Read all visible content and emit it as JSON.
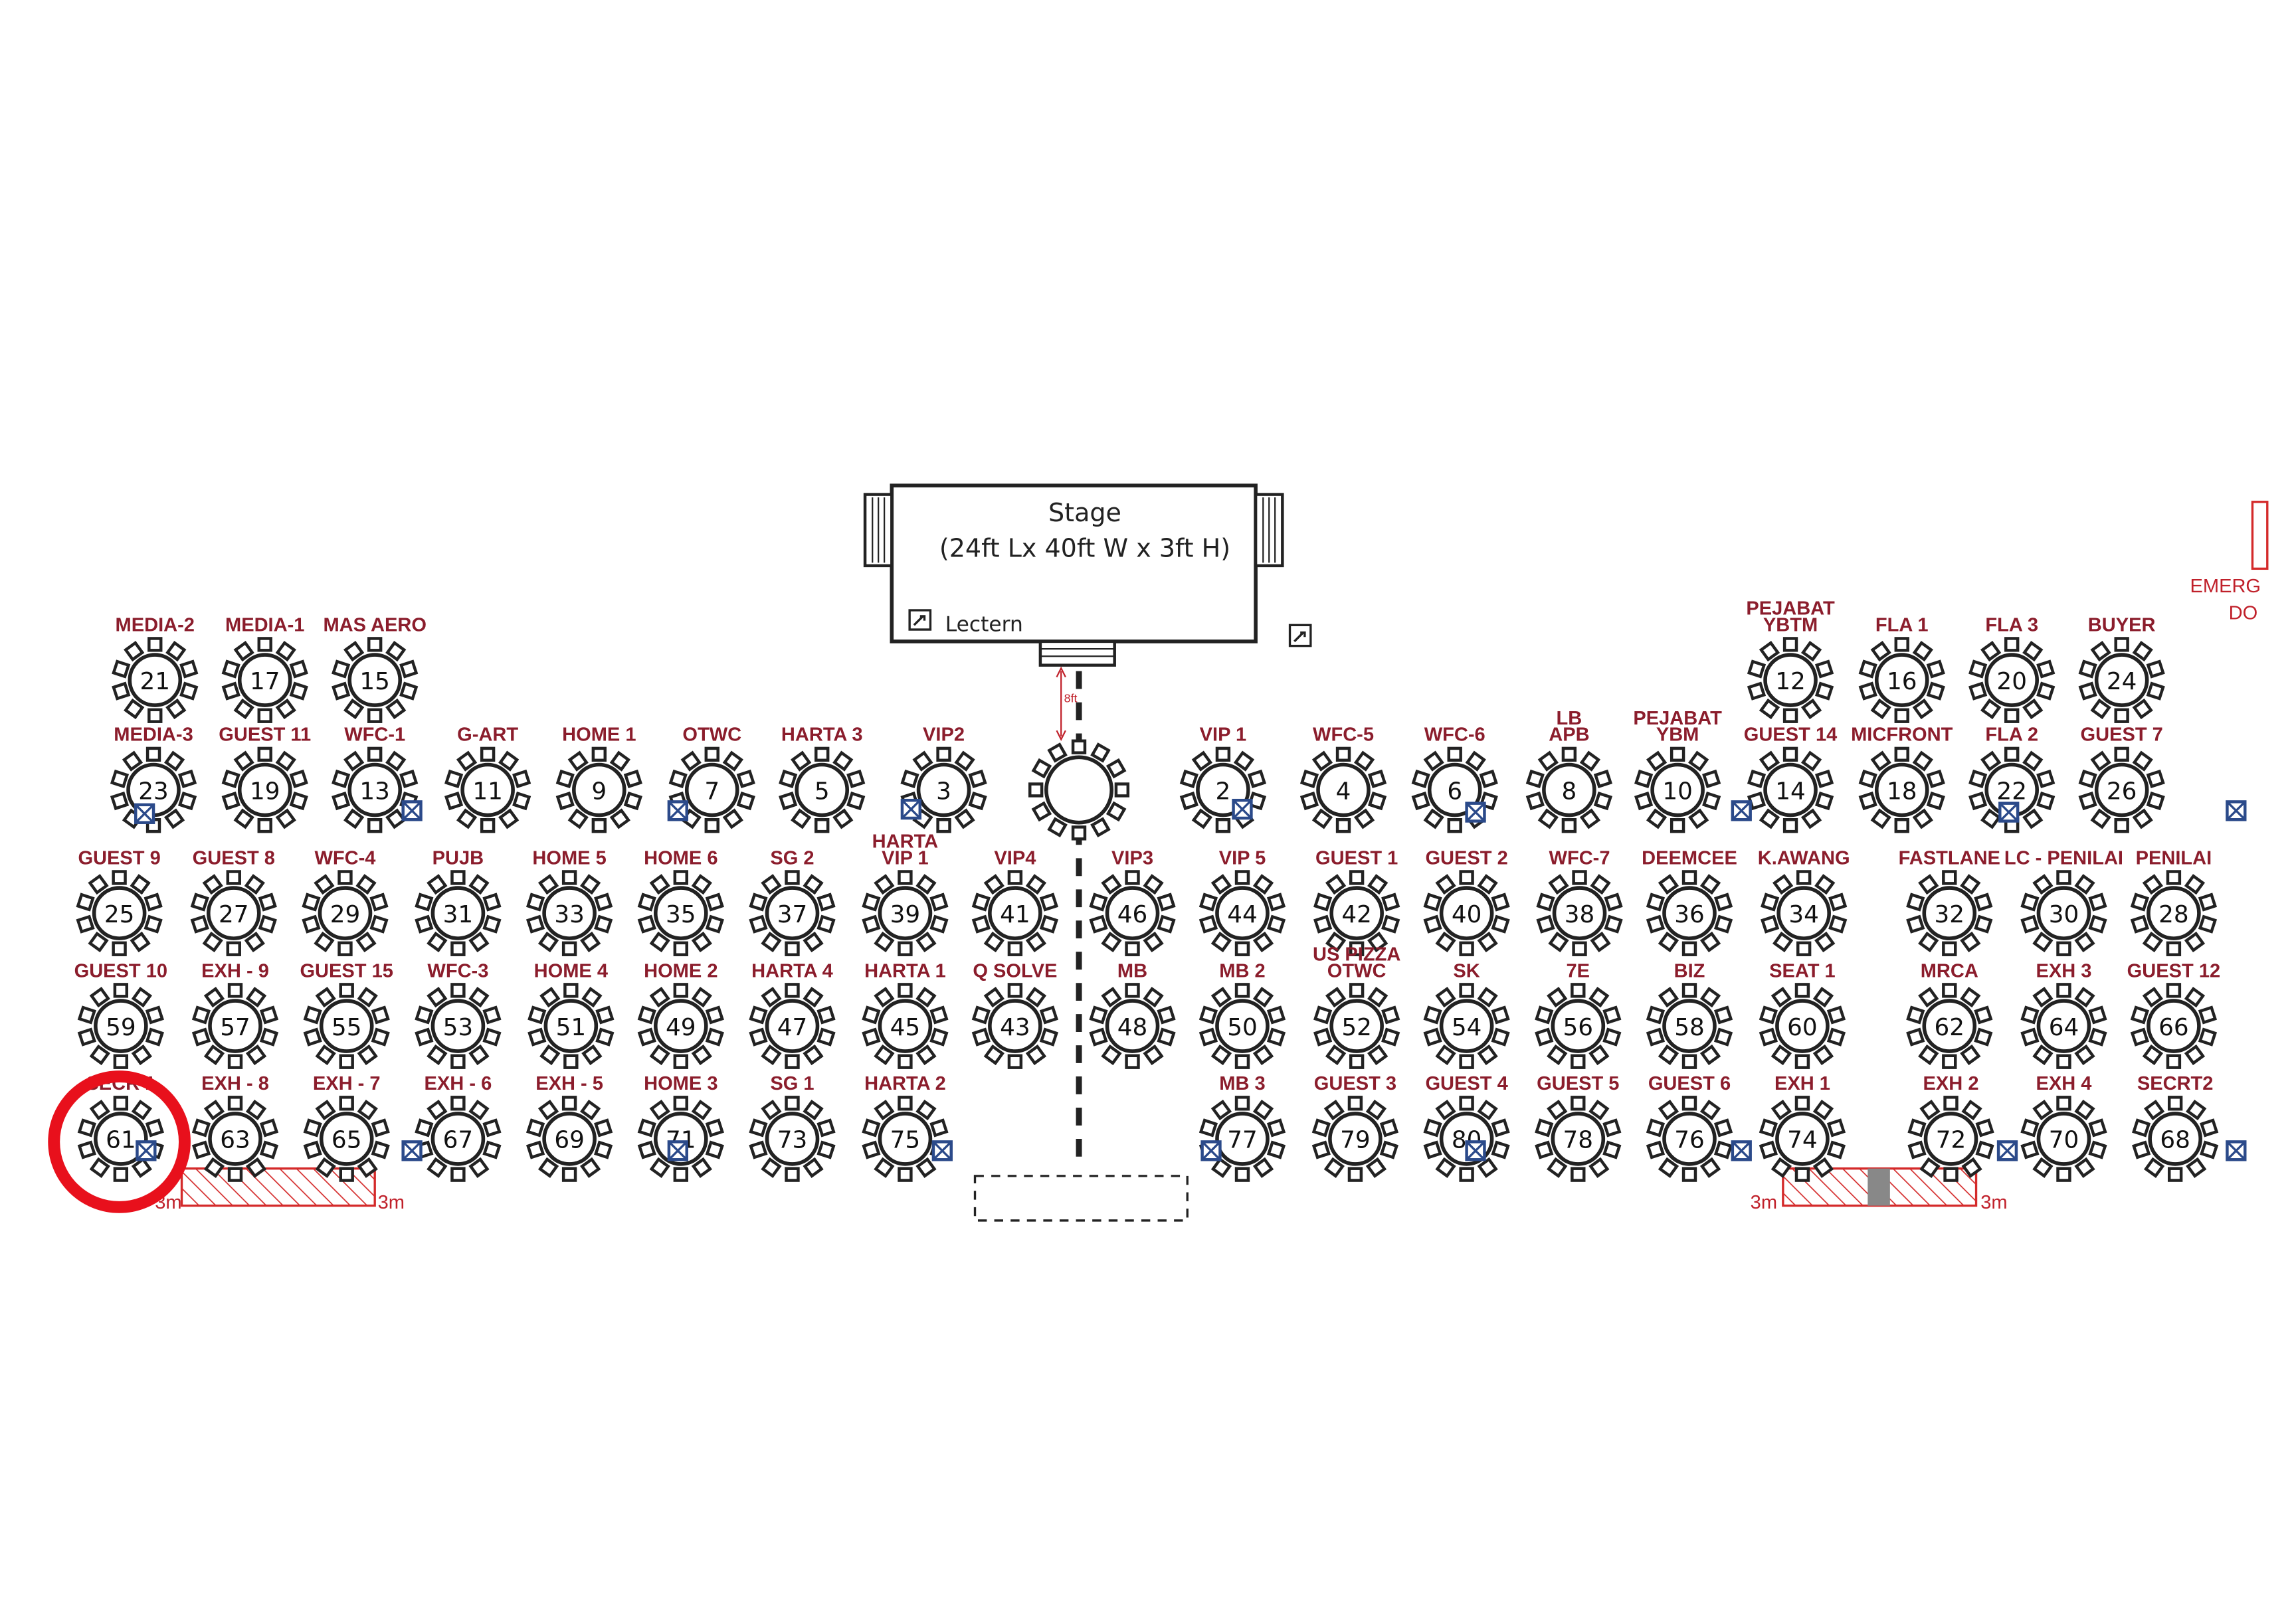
{
  "stage": {
    "title": "Stage",
    "dimensions": "(24ft Lx 40ft W x 3ft H)",
    "lectern_label": "Lectern",
    "distance_label": "8ft"
  },
  "emergency_door": {
    "line1": "EMERG",
    "line2": "DO"
  },
  "margin_labels": {
    "left_a": "3m",
    "left_b": "3m",
    "right_a": "3m",
    "right_b": "3m"
  },
  "highlight": {
    "table": "61",
    "color": "#e8101c"
  },
  "colors": {
    "label": "#8b1d2c",
    "marker": "#2b4a8a",
    "hatch": "#d42a2a"
  },
  "tables": [
    {
      "num": "21",
      "label": [
        "MEDIA-2"
      ]
    },
    {
      "num": "17",
      "label": [
        "MEDIA-1"
      ]
    },
    {
      "num": "15",
      "label": [
        "MAS AERO"
      ]
    },
    {
      "num": "12",
      "label": [
        "PEJABAT",
        "YBTM"
      ]
    },
    {
      "num": "16",
      "label": [
        "FLA 1"
      ]
    },
    {
      "num": "20",
      "label": [
        "FLA 3"
      ]
    },
    {
      "num": "24",
      "label": [
        "BUYER"
      ]
    },
    {
      "num": "23",
      "label": [
        "MEDIA-3"
      ]
    },
    {
      "num": "19",
      "label": [
        "GUEST 11"
      ]
    },
    {
      "num": "13",
      "label": [
        "WFC-1"
      ]
    },
    {
      "num": "11",
      "label": [
        "G-ART"
      ]
    },
    {
      "num": "9",
      "label": [
        "HOME 1"
      ]
    },
    {
      "num": "7",
      "label": [
        "OTWC"
      ]
    },
    {
      "num": "5",
      "label": [
        "HARTA 3"
      ]
    },
    {
      "num": "3",
      "label": [
        "VIP2"
      ]
    },
    {
      "num": "",
      "label": []
    },
    {
      "num": "2",
      "label": [
        "VIP 1"
      ]
    },
    {
      "num": "4",
      "label": [
        "WFC-5"
      ]
    },
    {
      "num": "6",
      "label": [
        "WFC-6"
      ]
    },
    {
      "num": "8",
      "label": [
        "LB",
        "APB"
      ]
    },
    {
      "num": "10",
      "label": [
        "PEJABAT",
        "YBM"
      ]
    },
    {
      "num": "14",
      "label": [
        "GUEST 14"
      ]
    },
    {
      "num": "18",
      "label": [
        "MICFRONT"
      ]
    },
    {
      "num": "22",
      "label": [
        "FLA 2"
      ]
    },
    {
      "num": "26",
      "label": [
        "GUEST 7"
      ]
    },
    {
      "num": "25",
      "label": [
        "GUEST 9"
      ]
    },
    {
      "num": "27",
      "label": [
        "GUEST 8"
      ]
    },
    {
      "num": "29",
      "label": [
        "WFC-4"
      ]
    },
    {
      "num": "31",
      "label": [
        "PUJB"
      ]
    },
    {
      "num": "33",
      "label": [
        "HOME 5"
      ]
    },
    {
      "num": "35",
      "label": [
        "HOME 6"
      ]
    },
    {
      "num": "37",
      "label": [
        "SG 2"
      ]
    },
    {
      "num": "39",
      "label": [
        "HARTA",
        "VIP 1"
      ]
    },
    {
      "num": "41",
      "label": [
        "VIP4"
      ]
    },
    {
      "num": "46",
      "label": [
        "VIP3"
      ]
    },
    {
      "num": "44",
      "label": [
        "VIP 5"
      ]
    },
    {
      "num": "42",
      "label": [
        "GUEST 1"
      ]
    },
    {
      "num": "40",
      "label": [
        "GUEST 2"
      ]
    },
    {
      "num": "38",
      "label": [
        "WFC-7"
      ]
    },
    {
      "num": "36",
      "label": [
        "DEEMCEE"
      ]
    },
    {
      "num": "34",
      "label": [
        "K.AWANG"
      ]
    },
    {
      "num": "32",
      "label": [
        "FASTLANE"
      ]
    },
    {
      "num": "30",
      "label": [
        "LC - PENILAI"
      ]
    },
    {
      "num": "28",
      "label": [
        "PENILAI"
      ]
    },
    {
      "num": "59",
      "label": [
        "GUEST 10"
      ]
    },
    {
      "num": "57",
      "label": [
        "EXH - 9"
      ]
    },
    {
      "num": "55",
      "label": [
        "GUEST 15"
      ]
    },
    {
      "num": "53",
      "label": [
        "WFC-3"
      ]
    },
    {
      "num": "51",
      "label": [
        "HOME 4"
      ]
    },
    {
      "num": "49",
      "label": [
        "HOME 2"
      ]
    },
    {
      "num": "47",
      "label": [
        "HARTA 4"
      ]
    },
    {
      "num": "45",
      "label": [
        "HARTA 1"
      ]
    },
    {
      "num": "43",
      "label": [
        "Q SOLVE"
      ]
    },
    {
      "num": "48",
      "label": [
        "MB"
      ]
    },
    {
      "num": "50",
      "label": [
        "MB 2"
      ]
    },
    {
      "num": "52",
      "label": [
        "US PIZZA",
        "OTWC"
      ]
    },
    {
      "num": "54",
      "label": [
        "SK"
      ]
    },
    {
      "num": "56",
      "label": [
        "7E"
      ]
    },
    {
      "num": "58",
      "label": [
        "BIZ"
      ]
    },
    {
      "num": "60",
      "label": [
        "SEAT 1"
      ]
    },
    {
      "num": "62",
      "label": [
        "MRCA"
      ]
    },
    {
      "num": "64",
      "label": [
        "EXH 3"
      ]
    },
    {
      "num": "66",
      "label": [
        "GUEST 12"
      ]
    },
    {
      "num": "61",
      "label": [
        "SECR 1"
      ]
    },
    {
      "num": "63",
      "label": [
        "EXH - 8"
      ]
    },
    {
      "num": "65",
      "label": [
        "EXH - 7"
      ]
    },
    {
      "num": "67",
      "label": [
        "EXH - 6"
      ]
    },
    {
      "num": "69",
      "label": [
        "EXH - 5"
      ]
    },
    {
      "num": "71",
      "label": [
        "HOME 3"
      ]
    },
    {
      "num": "73",
      "label": [
        "SG 1"
      ]
    },
    {
      "num": "75",
      "label": [
        "HARTA 2"
      ]
    },
    {
      "num": "77",
      "label": [
        "MB 3"
      ]
    },
    {
      "num": "79",
      "label": [
        "GUEST 3"
      ]
    },
    {
      "num": "80",
      "label": [
        "GUEST 4"
      ]
    },
    {
      "num": "78",
      "label": [
        "GUEST 5"
      ]
    },
    {
      "num": "76",
      "label": [
        "GUEST  6"
      ]
    },
    {
      "num": "74",
      "label": [
        "EXH 1"
      ]
    },
    {
      "num": "72",
      "label": [
        "EXH 2"
      ]
    },
    {
      "num": "70",
      "label": [
        "EXH 4"
      ]
    },
    {
      "num": "68",
      "label": [
        "SECRT2"
      ]
    }
  ]
}
